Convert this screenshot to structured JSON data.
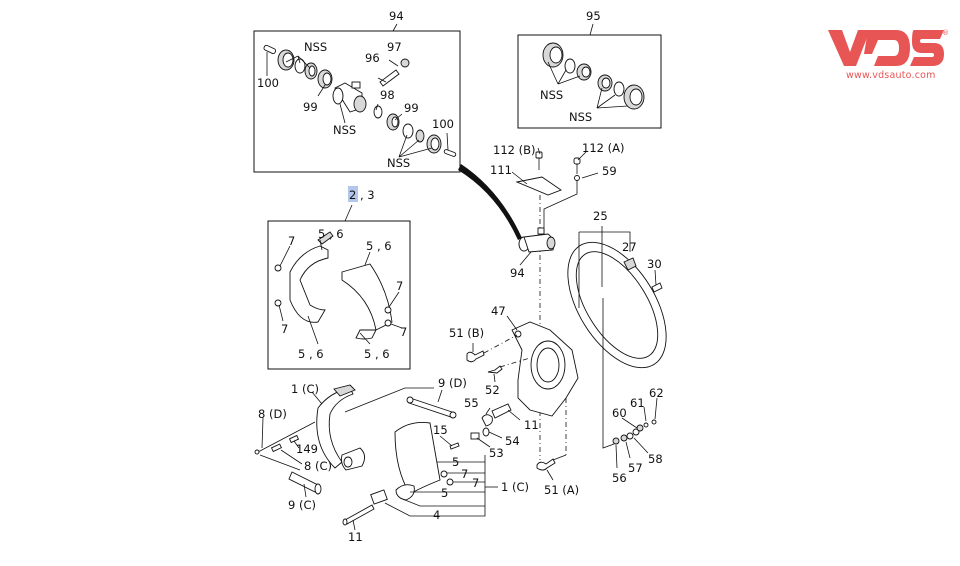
{
  "brand": {
    "logo_text": "VDS",
    "registered_mark": "®",
    "website": "www.vdsauto.com",
    "color": "#e85555"
  },
  "labels": {
    "l94_top": "94",
    "l95_top": "95",
    "nss_a": "NSS",
    "l97": "97",
    "l96": "96",
    "l100_left": "100",
    "l99_left": "99",
    "l98": "98",
    "l99_right": "99",
    "nss_b": "NSS",
    "l100_right": "100",
    "nss_c": "NSS",
    "nss_d": "NSS",
    "nss_e": "NSS",
    "l2": "2",
    "l2_sep": ", 3",
    "l56_a": "5 , 6",
    "l56_b": "5 , 6",
    "l56_c": "5 , 6",
    "l56_d": "5 , 6",
    "l7_a": "7",
    "l7_b": "7",
    "l7_c": "7",
    "l7_d": "7",
    "l112b": "112 (B)",
    "l112a": "112 (A)",
    "l111": "111",
    "l59": "59",
    "l94_mid": "94",
    "l25": "25",
    "l27": "27",
    "l30": "30",
    "l47": "47",
    "l51b": "51 (B)",
    "l52": "52",
    "l9d": "9 (D)",
    "l55": "55",
    "l11_mid": "11",
    "l54": "54",
    "l53": "53",
    "l15": "15",
    "l5_a": "5",
    "l7_e": "7",
    "l7_f": "7",
    "l1c_right": "1 (C)",
    "l5_b": "5",
    "l4": "4",
    "l51a": "51 (A)",
    "l1c_left": "1 (C)",
    "l8d": "8 (D)",
    "l149": "149",
    "l8c": "8 (C)",
    "l9c": "9 (C)",
    "l11_bottom": "11",
    "l60": "60",
    "l61": "61",
    "l62": "62",
    "l56": "56",
    "l57": "57",
    "l58": "58"
  }
}
